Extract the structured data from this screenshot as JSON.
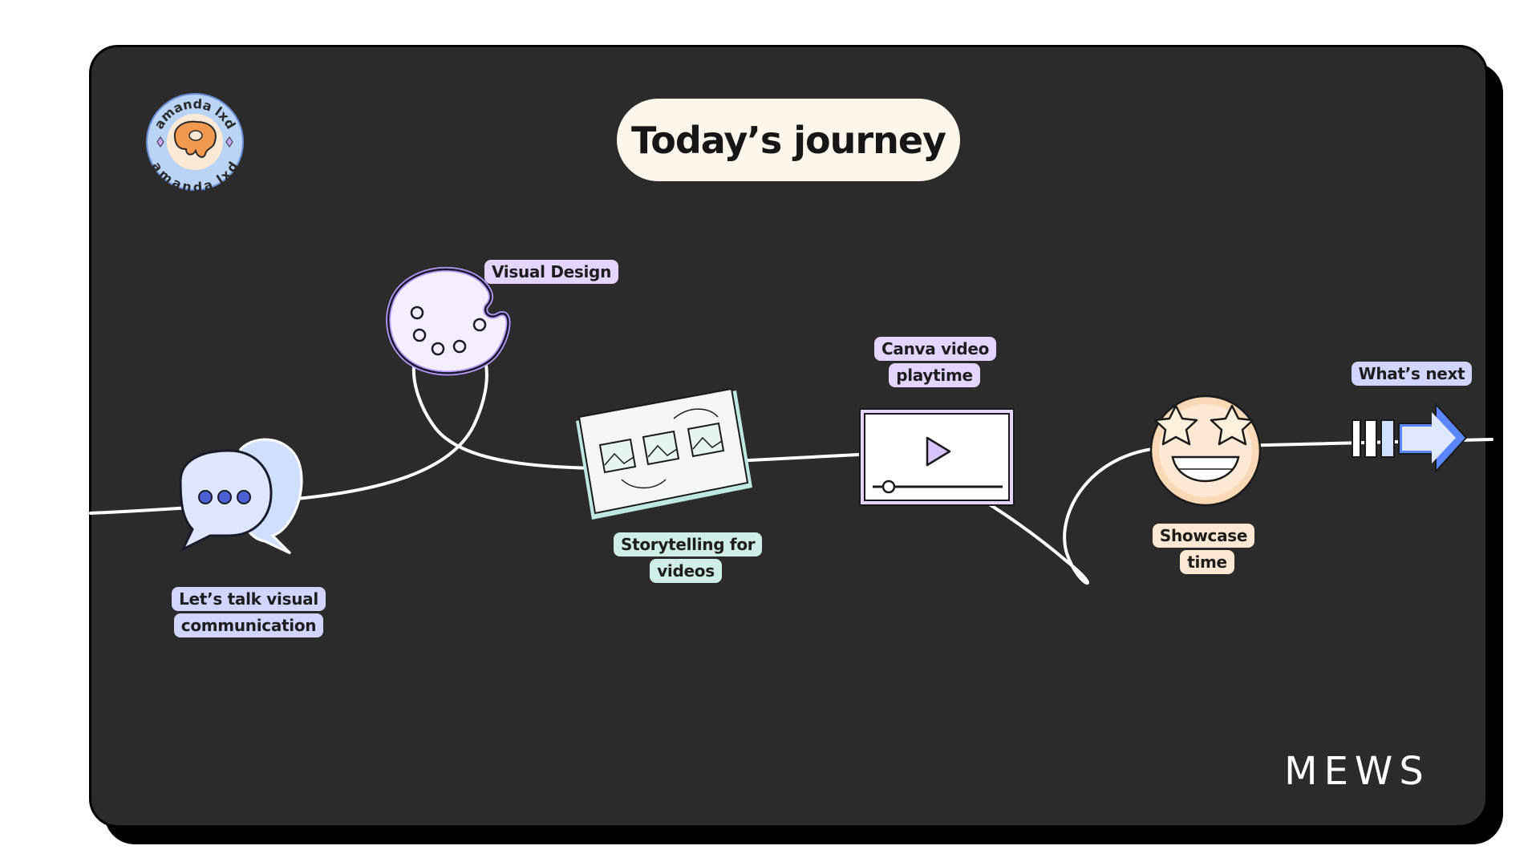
{
  "slide": {
    "title": "Today’s journey",
    "brand": "MEWS",
    "badge": {
      "top_text": "amanda lxd",
      "bottom_text": "amanda lxd"
    }
  },
  "stops": [
    {
      "id": "talk",
      "label": "Let’s talk visual communication",
      "icon": "speech-bubbles-icon",
      "color": "#d2d5ff"
    },
    {
      "id": "design",
      "label": "Visual Design",
      "icon": "paint-palette-icon",
      "color": "#e4d5ff"
    },
    {
      "id": "story",
      "label": "Storytelling for videos",
      "icon": "storyboard-icon",
      "color": "#cfeee6"
    },
    {
      "id": "canva",
      "label": "Canva video playtime",
      "icon": "video-player-icon",
      "color": "#e4d5ff"
    },
    {
      "id": "showcase",
      "label": "Showcase time",
      "icon": "star-eyes-emoji-icon",
      "color": "#fde8d3"
    },
    {
      "id": "next",
      "label": "What’s next",
      "icon": "arrow-right-icon",
      "color": "#d2d5ff"
    }
  ],
  "colors": {
    "background": "#2b2b2b",
    "title_pill": "#fdf6ea",
    "path": "#ffffff"
  }
}
